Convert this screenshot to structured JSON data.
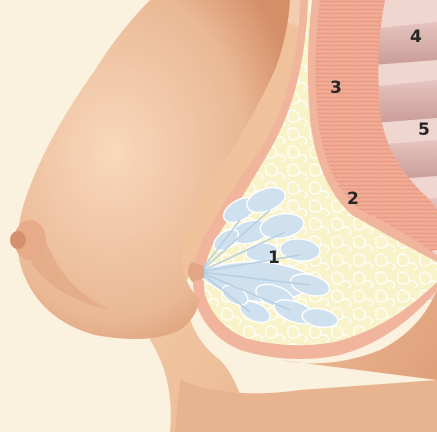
{
  "labels": {
    "l1": "1",
    "l2": "2",
    "l3": "3",
    "l4": "4",
    "l5": "5"
  },
  "colors": {
    "background": "#fbf1df",
    "skin": "#f0c29c",
    "skin_shadow": "#dd9c74",
    "fat_tissue": "#f7f2c6",
    "glandular_lobes": "#cfe0ee",
    "pectoral_muscle": "#f2a993",
    "rib_band": "#d8b2ad",
    "label_text": "#262626"
  }
}
